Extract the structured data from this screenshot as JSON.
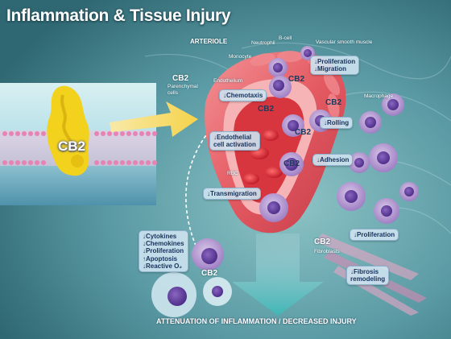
{
  "title": "Inflammation & Tissue Injury",
  "membrane_label": "CB2",
  "arteriole_label": "ARTERIOLE",
  "cell_labels": {
    "neutrophil": "Neutrophil",
    "b_cell": "B-cell",
    "vascular_smooth_muscle": "Vascular smooth muscle",
    "monocyte": "Monocyte",
    "endothelium": "Endothelium",
    "cb2_parenchymal": "CB2",
    "parenchymal_cells": "Parenchymal\ncells",
    "macrophage": "Macrophage",
    "rbc": "RBC",
    "cb2_fibroblasts": "CB2",
    "fibroblasts": "Fibroblasts"
  },
  "cb2_tags": [
    "CB2",
    "CB2",
    "CB2",
    "CB2",
    "CB2",
    "CB2"
  ],
  "effect_boxes": {
    "proliferation_migration": [
      "↓Proliferation",
      "↓Migration"
    ],
    "chemotaxis": "↓Chemotaxis",
    "rolling": "↓Rolling",
    "endothelial_activation": [
      "↓Endothelial",
      "cell activation"
    ],
    "adhesion": "↓Adhesion",
    "transmigration": "↓Transmigration",
    "proliferation_fibro": "↓Proliferation",
    "fibrosis": [
      "↓Fibrosis",
      "remodeling"
    ],
    "cytokines": [
      "↓Cytokines",
      "↓Chemokines",
      "↓Proliferation",
      "↑Apoptosis",
      "↓Reactive O₂"
    ]
  },
  "bottom_caption": "ATTENUATION OF INFLAMMATION / DECREASED INJURY",
  "colors": {
    "background": "#4f8f9a",
    "panel": "#a9d5dc",
    "vessel": "#e8666d",
    "label_box": "#cde2f0",
    "receptor": "#f2d21c"
  }
}
